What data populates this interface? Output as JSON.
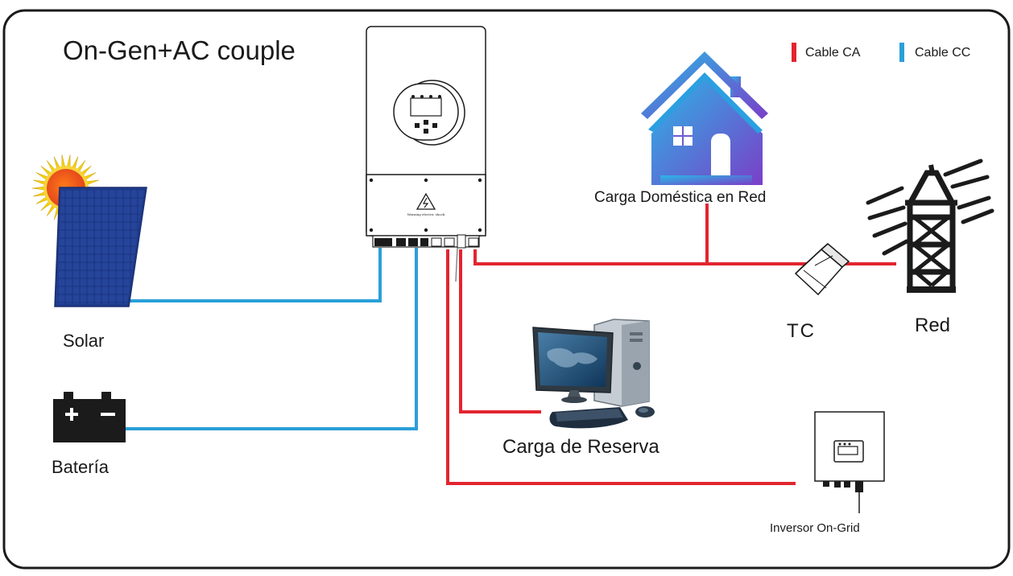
{
  "diagram": {
    "title": "On-Gen+AC couple",
    "legend": {
      "ac_label": "Cable CA",
      "dc_label": "Cable CC",
      "ac_color": "#e2252f",
      "dc_color": "#2a9fd8"
    },
    "nodes": {
      "inverter_warning": "Warning electric shock",
      "house_label": "Carga Doméstica en Red",
      "solar_label": "Solar",
      "battery_label": "Batería",
      "ct_label": "TC",
      "grid_label": "Red",
      "backup_label": "Carga de Reserva",
      "ongrid_label": "Inversor On-Grid"
    },
    "icons": [
      "sun-icon",
      "solar-panel-icon",
      "battery-icon",
      "hybrid-inverter-icon",
      "house-icon",
      "transmission-tower-icon",
      "ct-clamp-icon",
      "computer-icon",
      "ongrid-inverter-icon"
    ]
  }
}
